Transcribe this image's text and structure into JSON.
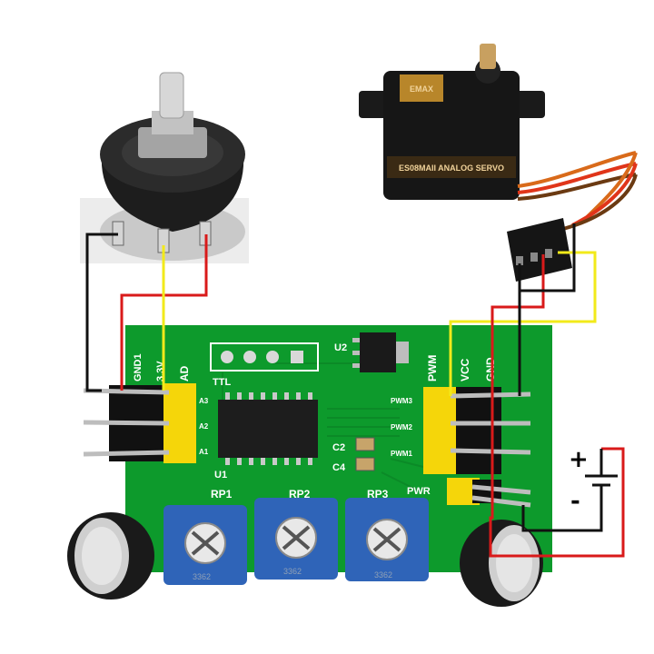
{
  "servo": {
    "label": "ES08MAII ANALOG SERVO",
    "brand": "EMAX"
  },
  "board": {
    "left_header_labels": [
      "GND1",
      "3.3V",
      "AD"
    ],
    "channel_labels_left": [
      "A3",
      "A2",
      "A1"
    ],
    "ttl_label": "TTL",
    "u2_label": "U2",
    "u1_label": "U1",
    "right_header_labels": [
      "PWM",
      "VCC",
      "GND"
    ],
    "pwm_labels": [
      "PWM3",
      "PWM2",
      "PWM1"
    ],
    "cap_labels": [
      "C2",
      "C4"
    ],
    "pwr_label": "PWR",
    "trimpots": [
      {
        "label": "RP1",
        "marking": "3362"
      },
      {
        "label": "RP2",
        "marking": "3362"
      },
      {
        "label": "RP3",
        "marking": "3362"
      }
    ]
  },
  "battery": {
    "plus": "+",
    "minus": "-"
  },
  "colors": {
    "pcb": "#0d9a2c",
    "wire_black": "#111111",
    "wire_red": "#d91a1a",
    "wire_yellow": "#f2ea1a",
    "trimpot": "#2f64b8",
    "header_pin": "#f5d60a"
  }
}
